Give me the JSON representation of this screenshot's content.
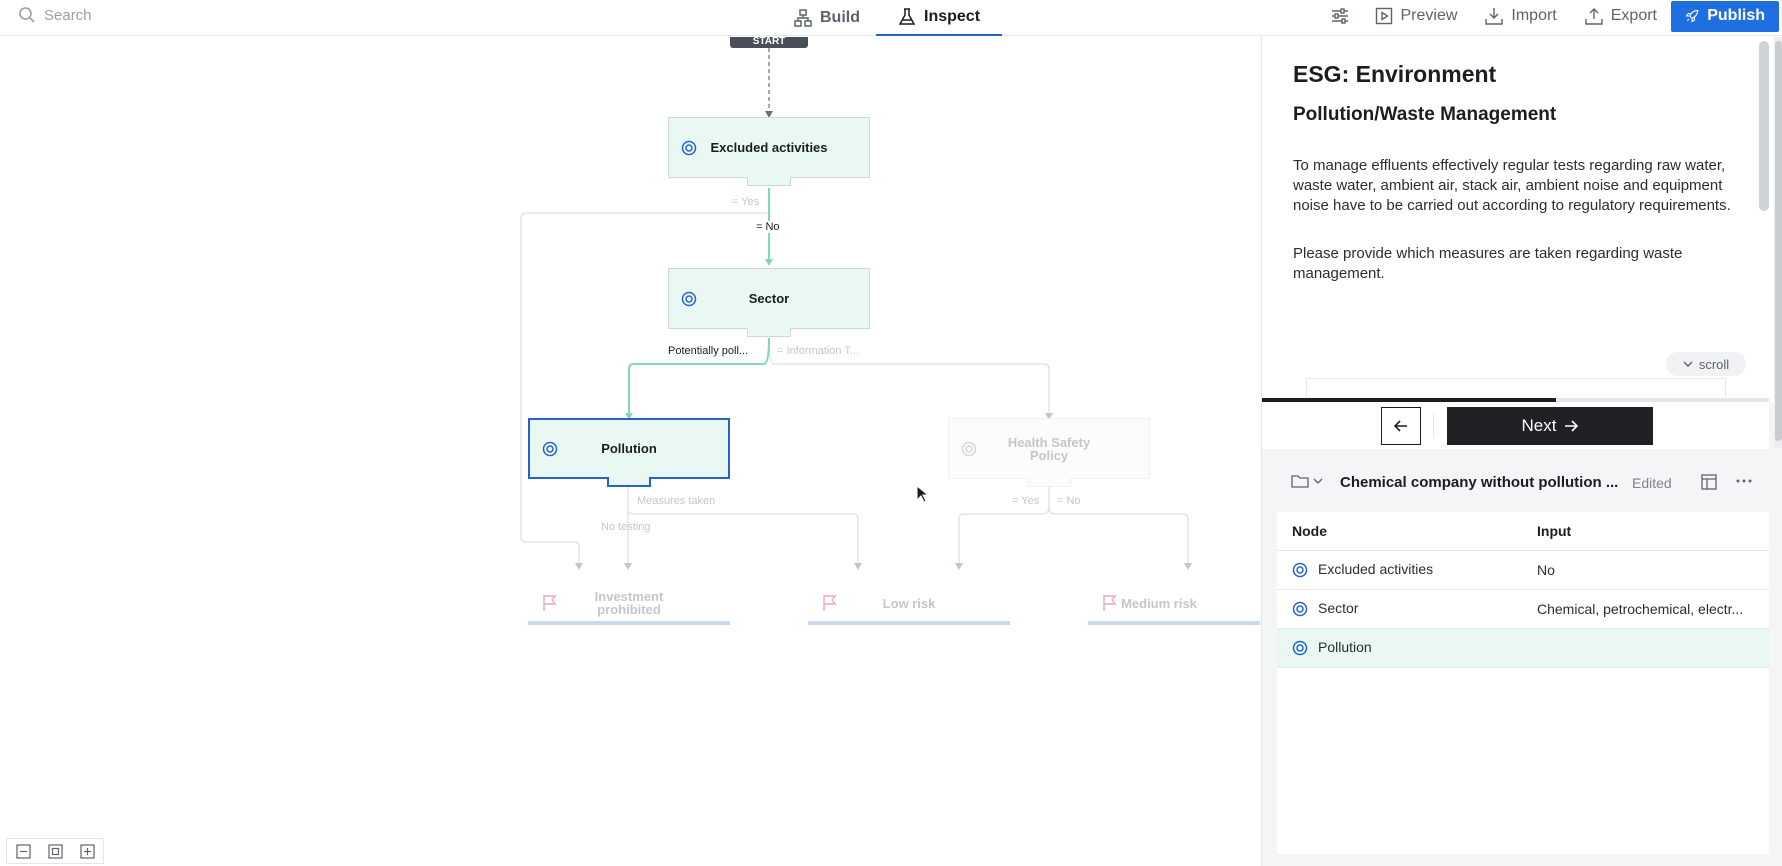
{
  "topbar": {
    "search_placeholder": "Search",
    "tabs": [
      {
        "label": "Build",
        "icon": "build-icon",
        "active": false
      },
      {
        "label": "Inspect",
        "icon": "flask-icon",
        "active": true
      }
    ],
    "actions": {
      "filters_icon": "sliders-icon",
      "preview": "Preview",
      "import": "Import",
      "export": "Export",
      "publish": "Publish"
    },
    "colors": {
      "accent": "#1f6fe0",
      "active_tab_underline": "#2563c9"
    }
  },
  "canvas": {
    "start_label": "START",
    "nodes": {
      "excluded": "Excluded activities",
      "sector": "Sector",
      "pollution": "Pollution",
      "health": "Health Safety Policy"
    },
    "edge_labels": {
      "yes1": "= Yes",
      "no1": "= No",
      "potentially": "Potentially poll...",
      "information": "= Information T...",
      "measures": "Measures taken",
      "no_testing": "No testing",
      "yes2": "= Yes",
      "no2": "= No"
    },
    "results": {
      "investment": "Investment prohibited",
      "low": "Low risk",
      "medium": "Medium risk"
    },
    "colors": {
      "node_fill": "#eaf8f4",
      "active_edge": "#7fd8bd",
      "selected_border": "#2563c9"
    }
  },
  "zoom": {
    "out_icon": "zoom-out-icon",
    "fit_icon": "fit-icon",
    "in_icon": "zoom-in-icon"
  },
  "preview": {
    "title": "ESG: Environment",
    "subtitle": "Pollution/Waste Management",
    "paragraph1": "To manage effluents effectively regular tests regarding raw water, waste water, ambient air, stack air, ambient noise and equipment noise have to be carried out according to regulatory requirements.",
    "paragraph2": "Please provide which measures are taken regarding waste management.",
    "scroll_label": "scroll",
    "progress_percent": 58,
    "back_icon": "arrow-left-icon",
    "next_label": "Next"
  },
  "scenario": {
    "title": "Chemical company without pollution ...",
    "status": "Edited",
    "columns": [
      "Node",
      "Input"
    ],
    "rows": [
      {
        "node": "Excluded activities",
        "input": "No",
        "highlight": false
      },
      {
        "node": "Sector",
        "input": "Chemical, petrochemical, electr...",
        "highlight": false
      },
      {
        "node": "Pollution",
        "input": "",
        "highlight": true
      }
    ]
  }
}
